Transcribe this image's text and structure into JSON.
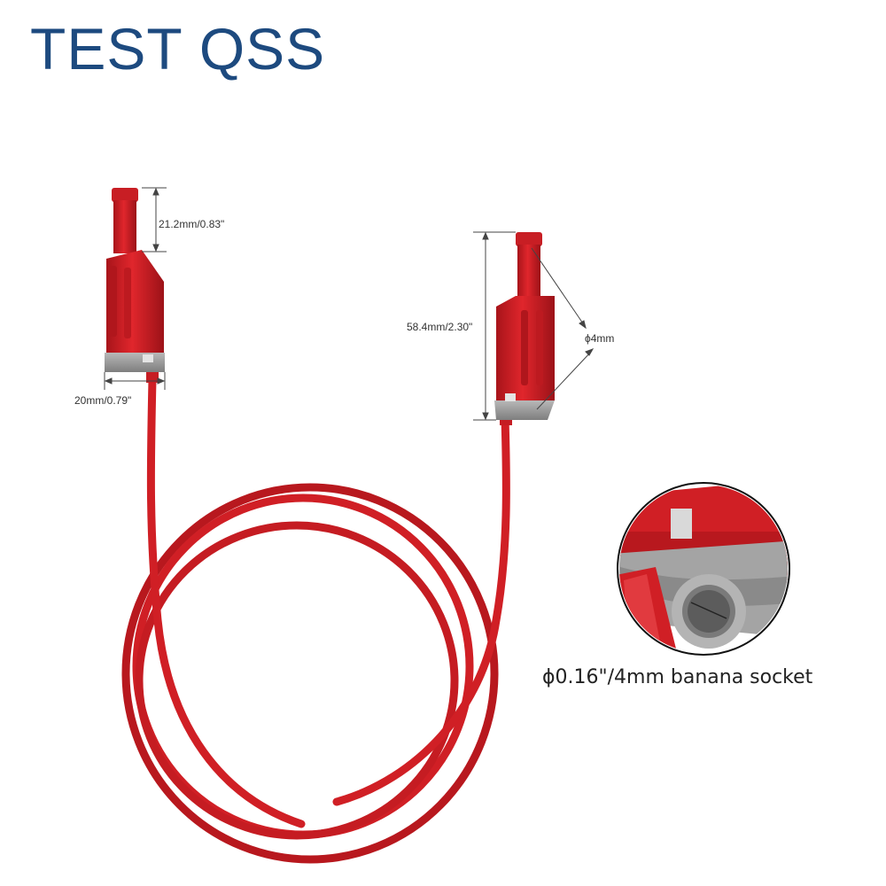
{
  "brand": {
    "name": "TEST QSS",
    "color": "#1d4a7f"
  },
  "dimensions": {
    "plug_tip_length": "21.2mm/0.83\"",
    "plug_width": "20mm/0.79\"",
    "plug_total_length": "58.4mm/2.30\"",
    "plug_diameter": "ϕ4mm"
  },
  "socket_caption": "ϕ0.16\"/4mm banana socket",
  "colors": {
    "cable": "#d01f25",
    "cable_dark": "#a5141a",
    "insulator_gray": "#9a9a9a"
  }
}
